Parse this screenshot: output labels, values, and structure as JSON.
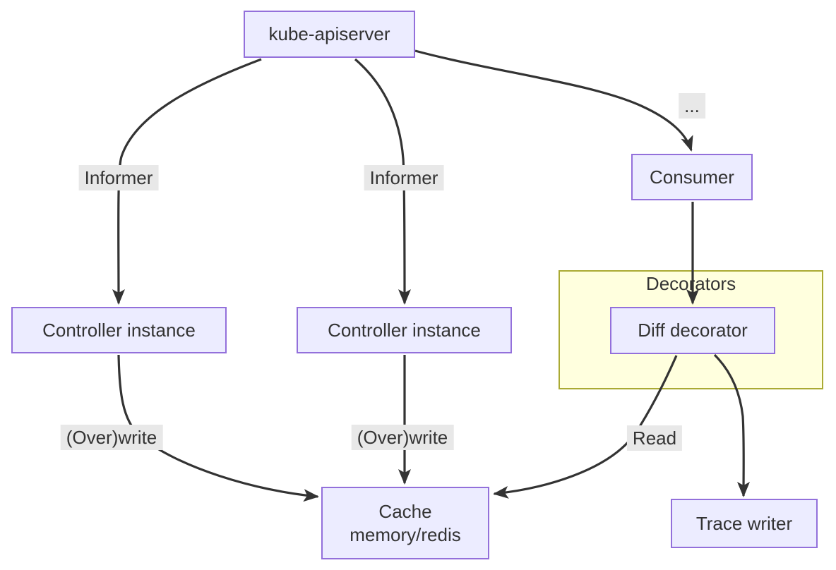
{
  "diagram": {
    "type": "flowchart",
    "nodes": {
      "kube_apiserver": "kube-apiserver",
      "controller_instance_1": "Controller instance",
      "controller_instance_2": "Controller instance",
      "consumer": "Consumer",
      "diff_decorator": "Diff decorator",
      "cache": {
        "line1": "Cache",
        "line2": "memory/redis"
      },
      "trace_writer": "Trace writer"
    },
    "cluster": {
      "label": "Decorators",
      "contains": [
        "Diff decorator"
      ]
    },
    "edge_labels": {
      "informer_1": "Informer",
      "informer_2": "Informer",
      "ellipsis": "...",
      "overwrite_1": "(Over)write",
      "overwrite_2": "(Over)write",
      "read": "Read"
    },
    "edges": [
      {
        "from": "kube-apiserver",
        "to": "Controller instance (left)",
        "label": "Informer"
      },
      {
        "from": "kube-apiserver",
        "to": "Controller instance (middle)",
        "label": "Informer"
      },
      {
        "from": "kube-apiserver",
        "to": "Consumer",
        "label": "..."
      },
      {
        "from": "Consumer",
        "to": "Diff decorator",
        "label": ""
      },
      {
        "from": "Controller instance (left)",
        "to": "Cache memory/redis",
        "label": "(Over)write"
      },
      {
        "from": "Controller instance (middle)",
        "to": "Cache memory/redis",
        "label": "(Over)write"
      },
      {
        "from": "Diff decorator",
        "to": "Cache memory/redis",
        "label": "Read"
      },
      {
        "from": "Diff decorator",
        "to": "Trace writer",
        "label": ""
      }
    ],
    "colors": {
      "node_fill": "#ECECFF",
      "node_border": "#9370DB",
      "cluster_fill": "#FFFFDE",
      "cluster_border": "#AAAA33",
      "edge": "#333333",
      "edge_label_bg": "#E8E8E8",
      "text": "#333333",
      "background": "#FFFFFF"
    }
  }
}
